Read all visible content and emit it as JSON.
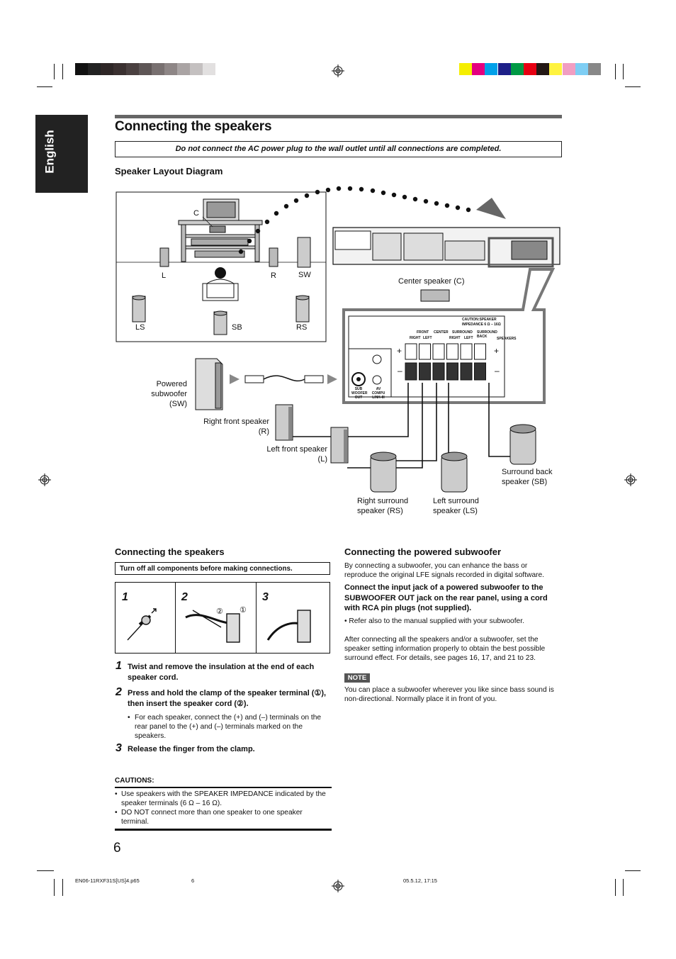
{
  "sidebar_tab": {
    "label": "English"
  },
  "page": {
    "title": "Connecting the speakers",
    "warning": "Do not connect the AC power plug to the wall outlet until all connections are completed.",
    "page_number": "6"
  },
  "layout_diagram": {
    "heading": "Speaker Layout Diagram",
    "room_labels": {
      "c": "C",
      "l": "L",
      "r": "R",
      "sw": "SW",
      "ls": "LS",
      "sb": "SB",
      "rs": "RS"
    },
    "callouts": {
      "center": "Center speaker (C)",
      "subwoofer": [
        "Powered",
        "subwoofer",
        "(SW)"
      ],
      "right_front": [
        "Right front speaker",
        "(R)"
      ],
      "left_front": [
        "Left front speaker",
        "(L)"
      ],
      "right_surround": [
        "Right surround",
        "speaker (RS)"
      ],
      "left_surround": [
        "Left surround",
        "speaker (LS)"
      ],
      "surround_back": [
        "Surround back",
        "speaker (SB)"
      ]
    },
    "panel_text": {
      "caution": "CAUTION:SPEAKER",
      "impedance": "IMPEDANCE 6 Ω – 16Ω",
      "front": "FRONT",
      "center": "CENTER",
      "surround": "SURROUND",
      "surround_back": "SURROUND BACK",
      "speakers": "SPEAKERS",
      "right": "RIGHT",
      "left": "LEFT",
      "subwoofer_out": "SUB WOOFER OUT",
      "av_compu_link": "AV COMPU LINK-III",
      "plus": "+",
      "minus": "–"
    }
  },
  "connecting_speakers": {
    "heading": "Connecting the speakers",
    "notice": "Turn off all components before making connections.",
    "figure_steps": [
      "1",
      "2",
      "3"
    ],
    "figure_marks": [
      "②",
      "①"
    ],
    "steps": [
      {
        "num": "1",
        "text": "Twist and remove the insulation at the end of each speaker cord."
      },
      {
        "num": "2",
        "text": "Press and hold the clamp of the speaker terminal (①), then insert the speaker cord (②)."
      },
      {
        "num": "3",
        "text": "Release the finger from the clamp."
      }
    ],
    "step2_bullet": "For each speaker, connect the (+) and (–) terminals on the rear panel to the (+) and (–) terminals marked on the speakers.",
    "cautions_heading": "CAUTIONS:",
    "cautions": [
      "Use speakers with the SPEAKER IMPEDANCE indicated by the speaker terminals (6 Ω – 16 Ω).",
      "DO NOT connect more than one speaker to one speaker terminal."
    ]
  },
  "subwoofer_section": {
    "heading": "Connecting the powered subwoofer",
    "intro": "By connecting a subwoofer, you can enhance the bass or reproduce the original LFE signals recorded in digital software.",
    "instruction": "Connect the input jack of a powered subwoofer to the SUBWOOFER OUT jack on the rear panel, using a cord with RCA pin plugs (not supplied).",
    "refer": "• Refer also to the manual supplied with your subwoofer.",
    "after": "After connecting all the speakers and/or a subwoofer, set the speaker setting information properly to obtain the best possible surround effect. For details, see pages 16, 17, and 21 to 23.",
    "note_label": "NOTE",
    "note_text": "You can place a subwoofer wherever you like since bass sound is non-directional. Normally place it in front of you."
  },
  "footer": {
    "file": "EN06-11RXF31S[US]4.p65",
    "page": "6",
    "timestamp": "05.5.12, 17:15"
  },
  "colors": {
    "gray_bar": [
      "#111111",
      "#222222",
      "#2e2626",
      "#3a3030",
      "#4a4040",
      "#5e5656",
      "#787070",
      "#8e8686",
      "#aaa4a4",
      "#c4c0c0",
      "#e2e0e0"
    ],
    "color_bar": [
      "#f5ee00",
      "#e4007f",
      "#00a0e9",
      "#1d2088",
      "#009944",
      "#e60012",
      "#231815",
      "#fff33f",
      "#f19ec2",
      "#7ecef4",
      "#888888"
    ]
  }
}
